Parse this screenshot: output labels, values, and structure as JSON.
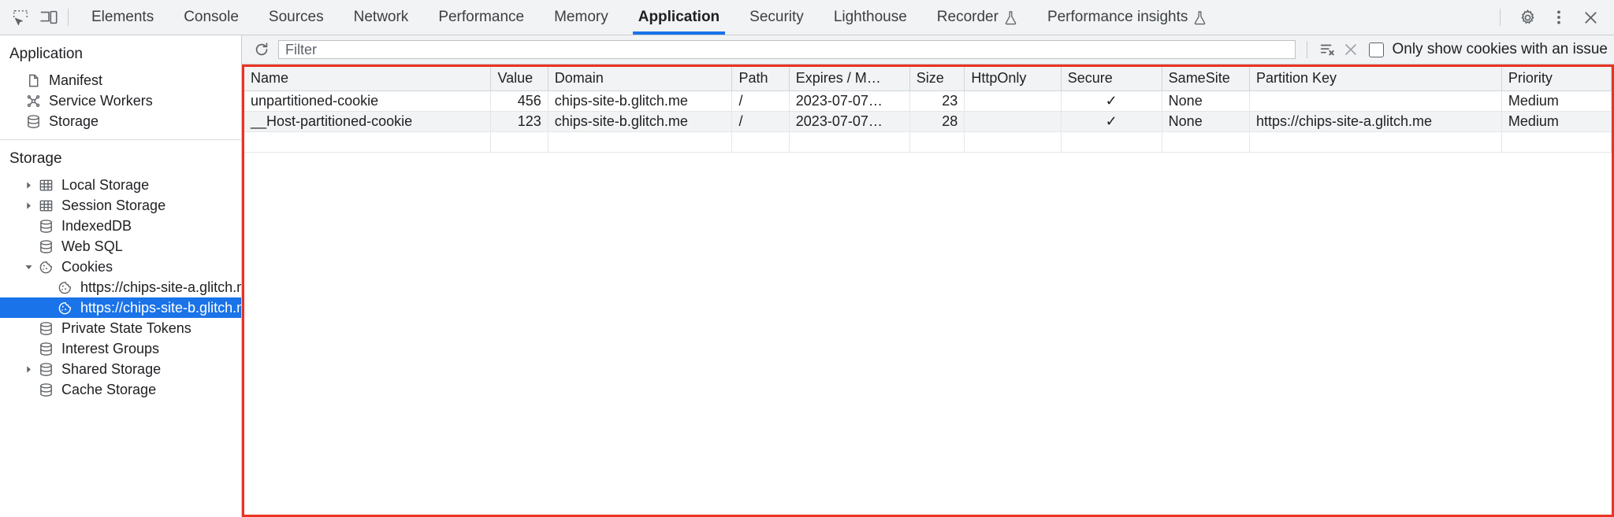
{
  "toolbar": {
    "inspect_icon": "inspect-element-icon",
    "device_icon": "device-toolbar-icon",
    "tabs": [
      {
        "label": "Elements",
        "active": false,
        "experimental": false
      },
      {
        "label": "Console",
        "active": false,
        "experimental": false
      },
      {
        "label": "Sources",
        "active": false,
        "experimental": false
      },
      {
        "label": "Network",
        "active": false,
        "experimental": false
      },
      {
        "label": "Performance",
        "active": false,
        "experimental": false
      },
      {
        "label": "Memory",
        "active": false,
        "experimental": false
      },
      {
        "label": "Application",
        "active": true,
        "experimental": false
      },
      {
        "label": "Security",
        "active": false,
        "experimental": false
      },
      {
        "label": "Lighthouse",
        "active": false,
        "experimental": false
      },
      {
        "label": "Recorder",
        "active": false,
        "experimental": true
      },
      {
        "label": "Performance insights",
        "active": false,
        "experimental": true
      }
    ],
    "settings_icon": "gear-icon",
    "more_icon": "more-vertical-icon",
    "close_icon": "close-icon",
    "accent_color": "#1a73e8"
  },
  "sidebar": {
    "application": {
      "title": "Application",
      "items": [
        {
          "label": "Manifest",
          "icon": "manifest-page-icon",
          "twisty": "none",
          "selected": false
        },
        {
          "label": "Service Workers",
          "icon": "service-workers-icon",
          "twisty": "none",
          "selected": false
        },
        {
          "label": "Storage",
          "icon": "database-icon",
          "twisty": "none",
          "selected": false
        }
      ]
    },
    "storage": {
      "title": "Storage",
      "items": [
        {
          "label": "Local Storage",
          "icon": "table-icon",
          "twisty": "collapsed",
          "indent": 1,
          "selected": false
        },
        {
          "label": "Session Storage",
          "icon": "table-icon",
          "twisty": "collapsed",
          "indent": 1,
          "selected": false
        },
        {
          "label": "IndexedDB",
          "icon": "database-icon",
          "twisty": "none",
          "indent": 1,
          "selected": false
        },
        {
          "label": "Web SQL",
          "icon": "database-icon",
          "twisty": "none",
          "indent": 1,
          "selected": false
        },
        {
          "label": "Cookies",
          "icon": "cookie-icon",
          "twisty": "expanded",
          "indent": 1,
          "selected": false
        },
        {
          "label": "https://chips-site-a.glitch.me",
          "icon": "cookie-icon",
          "twisty": "none",
          "indent": 2,
          "selected": false
        },
        {
          "label": "https://chips-site-b.glitch.me",
          "icon": "cookie-icon",
          "twisty": "none",
          "indent": 2,
          "selected": true
        },
        {
          "label": "Private State Tokens",
          "icon": "database-icon",
          "twisty": "none",
          "indent": 1,
          "selected": false
        },
        {
          "label": "Interest Groups",
          "icon": "database-icon",
          "twisty": "none",
          "indent": 1,
          "selected": false
        },
        {
          "label": "Shared Storage",
          "icon": "database-icon",
          "twisty": "collapsed",
          "indent": 1,
          "selected": false
        },
        {
          "label": "Cache Storage",
          "icon": "database-icon",
          "twisty": "none",
          "indent": 1,
          "selected": false
        }
      ]
    },
    "selected_color": "#1a73e8"
  },
  "filterbar": {
    "refresh_icon": "refresh-icon",
    "filter_placeholder": "Filter",
    "filter_value": "",
    "clear_filtered_icon": "clear-filtered-cookies-icon",
    "clear_all_icon": "clear-all-cookies-icon",
    "only_issues_label": "Only show cookies with an issue",
    "only_issues_checked": false
  },
  "table": {
    "highlight_color": "#ea3323",
    "columns": [
      "Name",
      "Value",
      "Domain",
      "Path",
      "Expires / M…",
      "Size",
      "HttpOnly",
      "Secure",
      "SameSite",
      "Partition Key",
      "Priority"
    ],
    "rows": [
      {
        "name": "unpartitioned-cookie",
        "value": "456",
        "domain": "chips-site-b.glitch.me",
        "path": "/",
        "expires": "2023-07-07…",
        "size": "23",
        "httponly": "",
        "secure": "✓",
        "samesite": "None",
        "partition_key": "",
        "priority": "Medium"
      },
      {
        "name": "__Host-partitioned-cookie",
        "value": "123",
        "domain": "chips-site-b.glitch.me",
        "path": "/",
        "expires": "2023-07-07…",
        "size": "28",
        "httponly": "",
        "secure": "✓",
        "samesite": "None",
        "partition_key": "https://chips-site-a.glitch.me",
        "priority": "Medium"
      }
    ]
  }
}
